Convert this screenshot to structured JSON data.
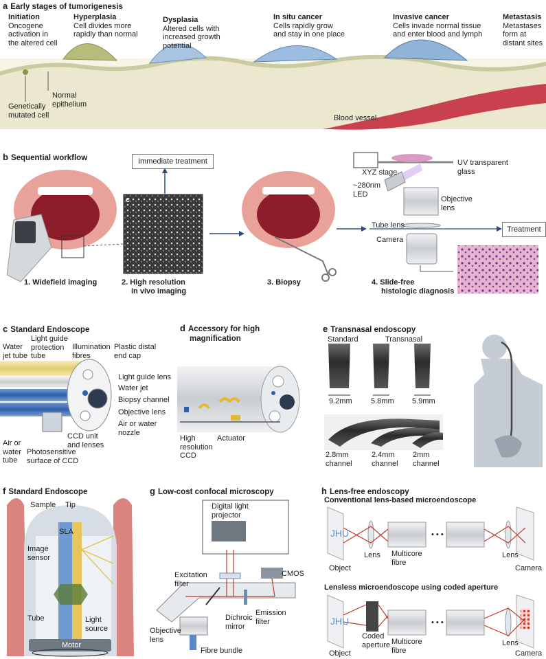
{
  "panel_a": {
    "letter": "a",
    "title": "Early stages of tumorigenesis",
    "stages": [
      {
        "title": "Initiation",
        "desc": [
          "Oncogene",
          "activation in",
          "the altered cell"
        ]
      },
      {
        "title": "Hyperplasia",
        "desc": [
          "Cell divides more",
          "rapidly than normal"
        ]
      },
      {
        "title": "Dysplasia",
        "desc": [
          "Altered cells with",
          "increased growth",
          "potential"
        ]
      },
      {
        "title": "In situ cancer",
        "desc": [
          "Cells rapidly grow",
          "and stay in one place"
        ]
      },
      {
        "title": "Invasive cancer",
        "desc": [
          "Cells invade normal tissue",
          "and enter blood and lymph"
        ]
      },
      {
        "title": "Metastasis",
        "desc": [
          "Metastases",
          "form at",
          "distant sites"
        ]
      }
    ],
    "labels": {
      "normal_epithelium": [
        "Normal",
        "epithelium"
      ],
      "mutated_cell": [
        "Genetically",
        "mutated cell"
      ],
      "blood_vessel": "Blood vessel"
    }
  },
  "panel_b": {
    "letter": "b",
    "title": "Sequential workflow",
    "immediate_treatment": "Immediate treatment",
    "treatment": "Treatment",
    "steps": [
      {
        "label": [
          "1.  Widefield imaging"
        ]
      },
      {
        "label": [
          "2.  High resolution",
          "in vivo imaging"
        ]
      },
      {
        "label": [
          "3.  Biopsy"
        ]
      },
      {
        "label": [
          "4.  Slide-free",
          "histologic diagnosis"
        ]
      }
    ],
    "setup": {
      "xyz_stage": "XYZ stage",
      "uv_glass": [
        "UV transparent",
        "glass"
      ],
      "led": [
        "~280nm",
        "LED"
      ],
      "objective": [
        "Objective",
        "lens"
      ],
      "tube_lens": "Tube lens",
      "camera": "Camera"
    },
    "image_letter": "c"
  },
  "panel_c": {
    "letter": "c",
    "title": "Standard Endoscope",
    "labels": {
      "water_jet_tube": [
        "Water",
        "jet tube"
      ],
      "light_guide_tube": [
        "Light guide",
        "protection",
        "tube"
      ],
      "illumination": [
        "Illumination",
        "fibres"
      ],
      "cap": [
        "Plastic distal",
        "end cap"
      ],
      "light_guide_lens": "Light guide lens",
      "water_jet": "Water jet",
      "biopsy": "Biopsy channel",
      "objective": "Objective lens",
      "nozzle": [
        "Air or water",
        "nozzle"
      ],
      "ccd_unit": [
        "CCD unit",
        "and lenses"
      ],
      "photosensitive": [
        "Photosensitive",
        "surface of CCD"
      ],
      "air_water_tube": [
        "Air or",
        "water",
        "tube"
      ]
    }
  },
  "panel_d": {
    "letter": "d",
    "title": [
      "Accessory for high",
      "magnification"
    ],
    "labels": {
      "ccd": [
        "High",
        "resolution",
        "CCD"
      ],
      "actuator": "Actuator"
    }
  },
  "panel_e": {
    "letter": "e",
    "title": "Transnasal endoscopy",
    "labels": {
      "standard": "Standard",
      "transnasal": "Transnasal",
      "d1": "9.2mm",
      "d2": "5.8mm",
      "d3": "5.9mm",
      "c1": [
        "2.8mm",
        "channel"
      ],
      "c2": [
        "2.4mm",
        "channel"
      ],
      "c3": [
        "2mm",
        "channel"
      ]
    }
  },
  "panel_f": {
    "letter": "f",
    "title": "Standard Endoscope",
    "labels": {
      "sample": "Sample",
      "tip": "Tip",
      "sla": "SLA",
      "image_sensor": [
        "Image",
        "sensor"
      ],
      "tube": "Tube",
      "light_source": [
        "Light",
        "source"
      ],
      "motor": "Motor"
    }
  },
  "panel_g": {
    "letter": "g",
    "title": "Low-cost confocal microscopy",
    "labels": {
      "projector": [
        "Digital light",
        "projector"
      ],
      "cmos": "CMOS",
      "excitation": [
        "Excitation",
        "filter"
      ],
      "dichroic": [
        "Dichroic",
        "mirror"
      ],
      "emission": [
        "Emission",
        "filter"
      ],
      "objective": [
        "Objective",
        "lens"
      ],
      "fibre_bundle": "Fibre bundle"
    }
  },
  "panel_h": {
    "letter": "h",
    "title": "Lens-free endoscopy",
    "sub1": "Conventional lens-based microendoscope",
    "sub2": "Lensless microendoscope using coded aperture",
    "object_text": "JHU",
    "labels": {
      "object": "Object",
      "lens": "Lens",
      "multicore": [
        "Multicore",
        "fibre"
      ],
      "camera": "Camera",
      "coded": [
        "Coded",
        "aperture"
      ],
      "dots": "• • •"
    }
  },
  "colors": {
    "tissue": "#ece8cf",
    "cell_olive": "#a8ad6b",
    "cancer_blue": "#8fb4d8",
    "vessel": "#c9414e",
    "mouth": "#e8a29a",
    "device": "#d5d8dc",
    "blue_tube": "#2e5fa8",
    "yellow_tube": "#e9d98a",
    "red_ray": "#c0392b",
    "body": "#c4cbd2"
  }
}
